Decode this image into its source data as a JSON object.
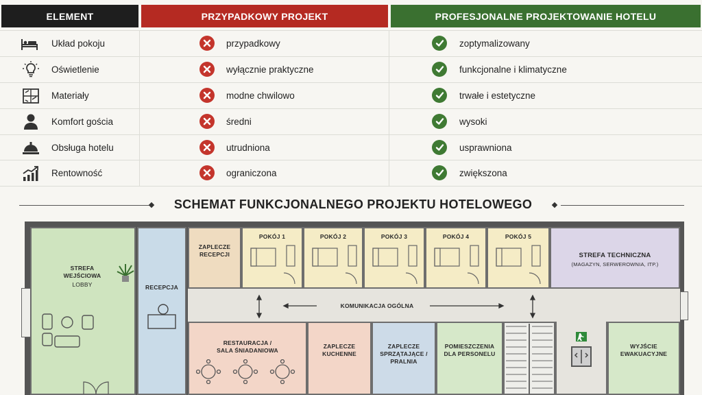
{
  "table": {
    "headers": [
      "ELEMENT",
      "PRZYPADKOWY PROJEKT",
      "PROFESJONALNE PROJEKTOWANIE HOTELU"
    ],
    "header_colors": [
      "#1e1e1e",
      "#b52a22",
      "#3a7030"
    ],
    "rows": [
      {
        "element": "Układ pokoju",
        "icon": "bed-icon",
        "bad": "przypadkowy",
        "good": "zoptymalizowany"
      },
      {
        "element": "Oświetlenie",
        "icon": "lightbulb-icon",
        "bad": "wyłącznie praktyczne",
        "good": "funkcjonalne i klimatyczne"
      },
      {
        "element": "Materiały",
        "icon": "materials-icon",
        "bad": "modne chwilowo",
        "good": "trwałe i estetyczne"
      },
      {
        "element": "Komfort gościa",
        "icon": "person-icon",
        "bad": "średni",
        "good": "wysoki"
      },
      {
        "element": "Obsługa hotelu",
        "icon": "service-bell-icon",
        "bad": "utrudniona",
        "good": "usprawniona"
      },
      {
        "element": "Rentowność",
        "icon": "growth-chart-icon",
        "bad": "ograniczona",
        "good": "zwiększona"
      }
    ]
  },
  "plan": {
    "title": "SCHEMAT FUNKCJONALNEGO PROJEKTU HOTELOWEGO",
    "lobby_title": "STREFA\nWEJŚCIOWA",
    "lobby_sub": "LOBBY",
    "reception": "RECEPCJA",
    "reception_back": "ZAPLECZE\nRECEPCJI",
    "rooms": [
      "POKÓJ 1",
      "POKÓJ 2",
      "POKÓJ 3",
      "POKÓJ 4",
      "POKÓJ 5"
    ],
    "tech_title": "STREFA TECHNICZNA",
    "tech_sub": "(MAGAZYN, SERWEROWNIA, ITP.)",
    "corridor": "KOMUNIKACJA OGÓLNA",
    "restaurant": "RESTAURACJA /\nSALA ŚNIADANIOWA",
    "kitchen": "ZAPLECZE\nKUCHENNE",
    "cleaning": "ZAPLECZE\nSPRZĄTAJĄCE /\nPRALNIA",
    "staff": "POMIESZCZENIA\nDLA PERSONELU",
    "exit": "WYJŚCIE\nEWAKUACYJNE",
    "colors": {
      "lobby": "#cfe4bf",
      "reception": "#c9dbe8",
      "reception_back": "#efdcc0",
      "rooms": "#f5ecc6",
      "tech": "#dcd6e8",
      "corridor": "#e6e4de",
      "restaurant": "#f3d6c8",
      "kitchen": "#f3d6c8",
      "cleaning": "#cddbe8",
      "staff": "#d6e8c9",
      "exit": "#d6e8c9"
    }
  }
}
